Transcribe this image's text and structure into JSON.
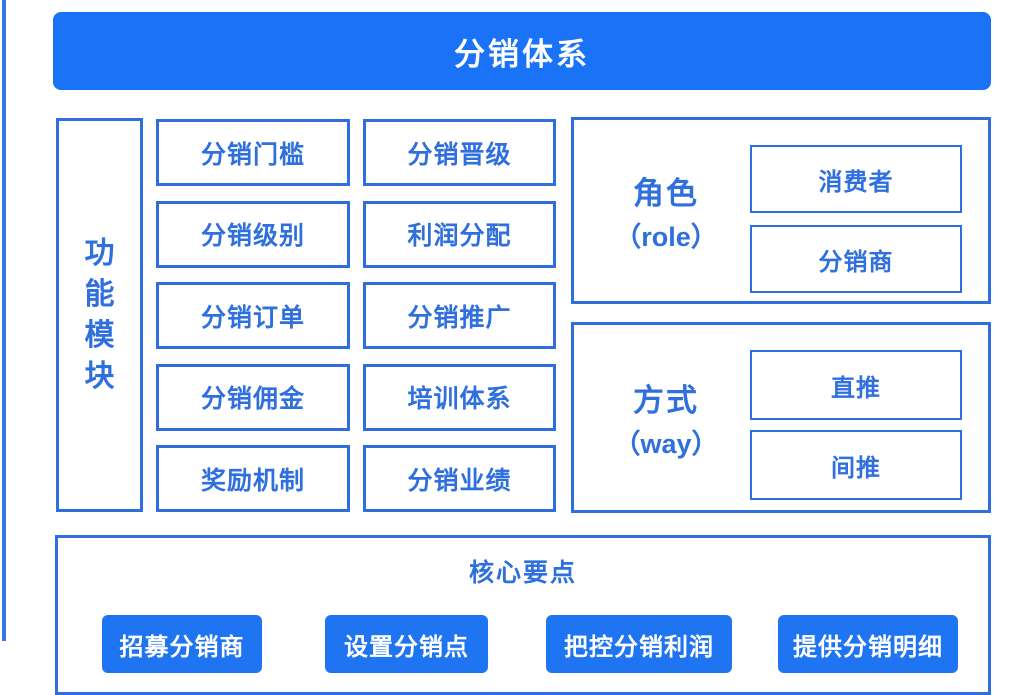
{
  "colors": {
    "banner_fill": "#1a73f6",
    "panel_border": "#2e6fdd",
    "text_blue": "#2f70de",
    "button_fill": "#1f74f1",
    "accent_line": "#3b78dc"
  },
  "banner": {
    "title": "分销体系"
  },
  "function_modules": {
    "label": "功能模块",
    "label_chars": [
      "功",
      "能",
      "模",
      "块"
    ],
    "grid": {
      "col1": [
        "分销门槛",
        "分销级别",
        "分销订单",
        "分销佣金",
        "奖励机制"
      ],
      "col2": [
        "分销晋级",
        "利润分配",
        "分销推广",
        "培训体系",
        "分销业绩"
      ]
    }
  },
  "role_panel": {
    "label_cn": "角色",
    "label_en": "（role）",
    "items": [
      "消费者",
      "分销商"
    ]
  },
  "way_panel": {
    "label_cn": "方式",
    "label_en": "（way）",
    "items": [
      "直推",
      "间推"
    ]
  },
  "core_points": {
    "title": "核心要点",
    "items": [
      "招募分销商",
      "设置分销点",
      "把控分销利润",
      "提供分销明细"
    ]
  }
}
